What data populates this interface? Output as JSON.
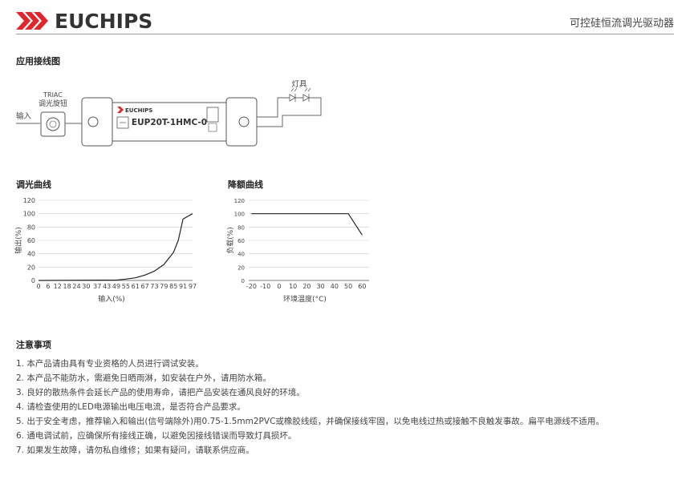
{
  "header": {
    "brand": "EUCHIPS",
    "title": "可控硅恒流调光驱动器",
    "accent_color": "#e0262b"
  },
  "wiring": {
    "section_title": "应用接线图",
    "triac_label": "TRIAC",
    "knob_label": "调光旋钮",
    "input_label": "输入",
    "device_brand": "EUCHIPS",
    "device_model": "EUP20T-1HMC-0",
    "lamp_label": "灯具"
  },
  "dimming_chart": {
    "section_title": "调光曲线",
    "chart_data": {
      "type": "line",
      "xlabel": "输入(%)",
      "ylabel": "输出(%)",
      "x_ticks": [
        "0",
        "6",
        "12",
        "18",
        "24",
        "30",
        "37",
        "43",
        "49",
        "55",
        "61",
        "67",
        "73",
        "79",
        "85",
        "91",
        "97"
      ],
      "y_ticks": [
        "0",
        "20",
        "40",
        "60",
        "80",
        "100",
        "120"
      ],
      "ylim": [
        0,
        120
      ],
      "grid": true,
      "series": [
        {
          "x": [
            0,
            49,
            55,
            61,
            67,
            73,
            79,
            85,
            88,
            91,
            97
          ],
          "y": [
            0,
            0.5,
            2,
            4,
            8,
            14,
            24,
            42,
            60,
            92,
            100
          ]
        }
      ]
    }
  },
  "derating_chart": {
    "section_title": "降额曲线",
    "chart_data": {
      "type": "line",
      "xlabel": "环境温度(°C)",
      "ylabel": "负载(%)",
      "x_ticks": [
        "-20",
        "-10",
        "0",
        "10",
        "20",
        "30",
        "40",
        "50",
        "60"
      ],
      "y_ticks": [
        "0",
        "20",
        "40",
        "60",
        "80",
        "100",
        "120"
      ],
      "xlim": [
        -22,
        65
      ],
      "ylim": [
        0,
        120
      ],
      "grid": true,
      "series": [
        {
          "x": [
            -20,
            50,
            60
          ],
          "y": [
            100,
            100,
            68
          ]
        }
      ]
    }
  },
  "notes": {
    "section_title": "注意事项",
    "items": [
      "1. 本产品请由具有专业资格的人员进行调试安装。",
      "2. 本产品不能防水，需避免日晒雨淋，如安装在户外，请用防水箱。",
      "3. 良好的散热条件会延长产品的使用寿命，请把产品安装在通风良好的环境。",
      "4. 请检查使用的LED电源输出电压电流，是否符合产品要求。",
      "5. 出于安全考虑，推荐输入和输出(信号端除外)用0.75-1.5mm2PVC或橡胶线缆，并确保接线牢固，以免电线过热或接触不良触发事故。扁平电源线不适用。",
      "6. 通电调试前，应确保所有接线正确，以避免因接线错误而导致灯具损坏。",
      "7. 如果发生故障，请勿私自维修；如果有疑问，请联系供应商。"
    ]
  }
}
